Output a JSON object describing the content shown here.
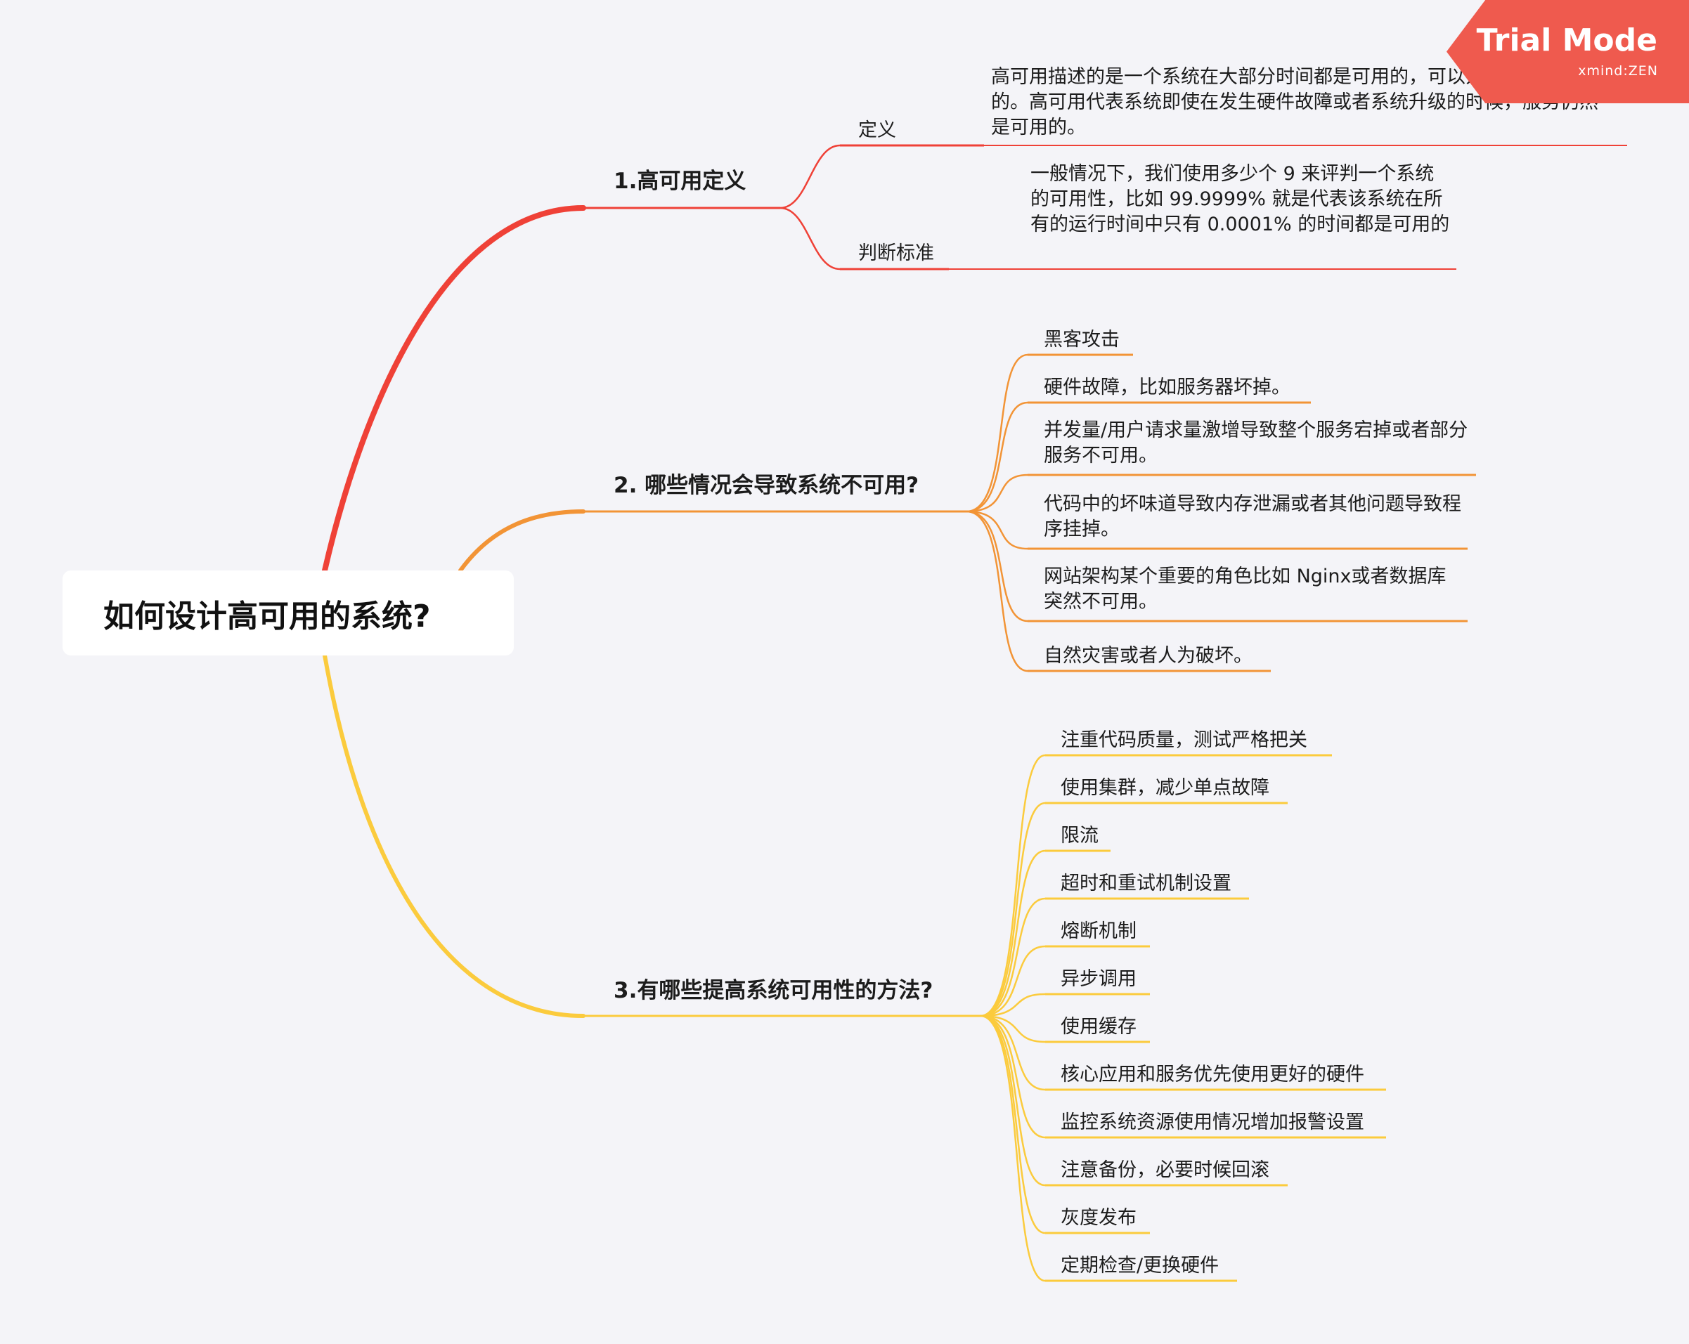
{
  "root": {
    "title": "如何设计高可用的系统?"
  },
  "watermark": {
    "title": "Trial Mode",
    "brand": "xmind:ZEN"
  },
  "colors": {
    "branch1": "#ef4137",
    "branch2": "#f29436",
    "branch3": "#fbcb3d",
    "background": "#f4f4f8"
  },
  "branches": [
    {
      "title": "1.高可用定义",
      "children": [
        {
          "label": "定义",
          "detail": "高可用描述的是一个系统在大部分时间都是可用的，可以为我们提供服务的。高可用代表系统即使在发生硬件故障或者系统升级的时候，服务仍然是可用的。"
        },
        {
          "label": "判断标准",
          "detail": "一般情况下，我们使用多少个 9 来评判一个系统的可用性，比如 99.9999% 就是代表该系统在所有的运行时间中只有 0.0001% 的时间都是可用的"
        }
      ]
    },
    {
      "title": "2. 哪些情况会导致系统不可用?",
      "items": [
        "黑客攻击",
        "硬件故障，比如服务器坏掉。",
        "并发量/用户请求量激增导致整个服务宕掉或者部分服务不可用。",
        "代码中的坏味道导致内存泄漏或者其他问题导致程序挂掉。",
        "网站架构某个重要的角色比如 Nginx或者数据库突然不可用。",
        "自然灾害或者人为破坏。"
      ]
    },
    {
      "title": "3.有哪些提高系统可用性的方法?",
      "items": [
        "注重代码质量，测试严格把关",
        "使用集群，减少单点故障",
        "限流",
        "超时和重试机制设置",
        "熔断机制",
        "异步调用",
        "使用缓存",
        "核心应用和服务优先使用更好的硬件",
        "监控系统资源使用情况增加报警设置",
        "注意备份，必要时候回滚",
        "灰度发布",
        "定期检查/更换硬件"
      ]
    }
  ]
}
